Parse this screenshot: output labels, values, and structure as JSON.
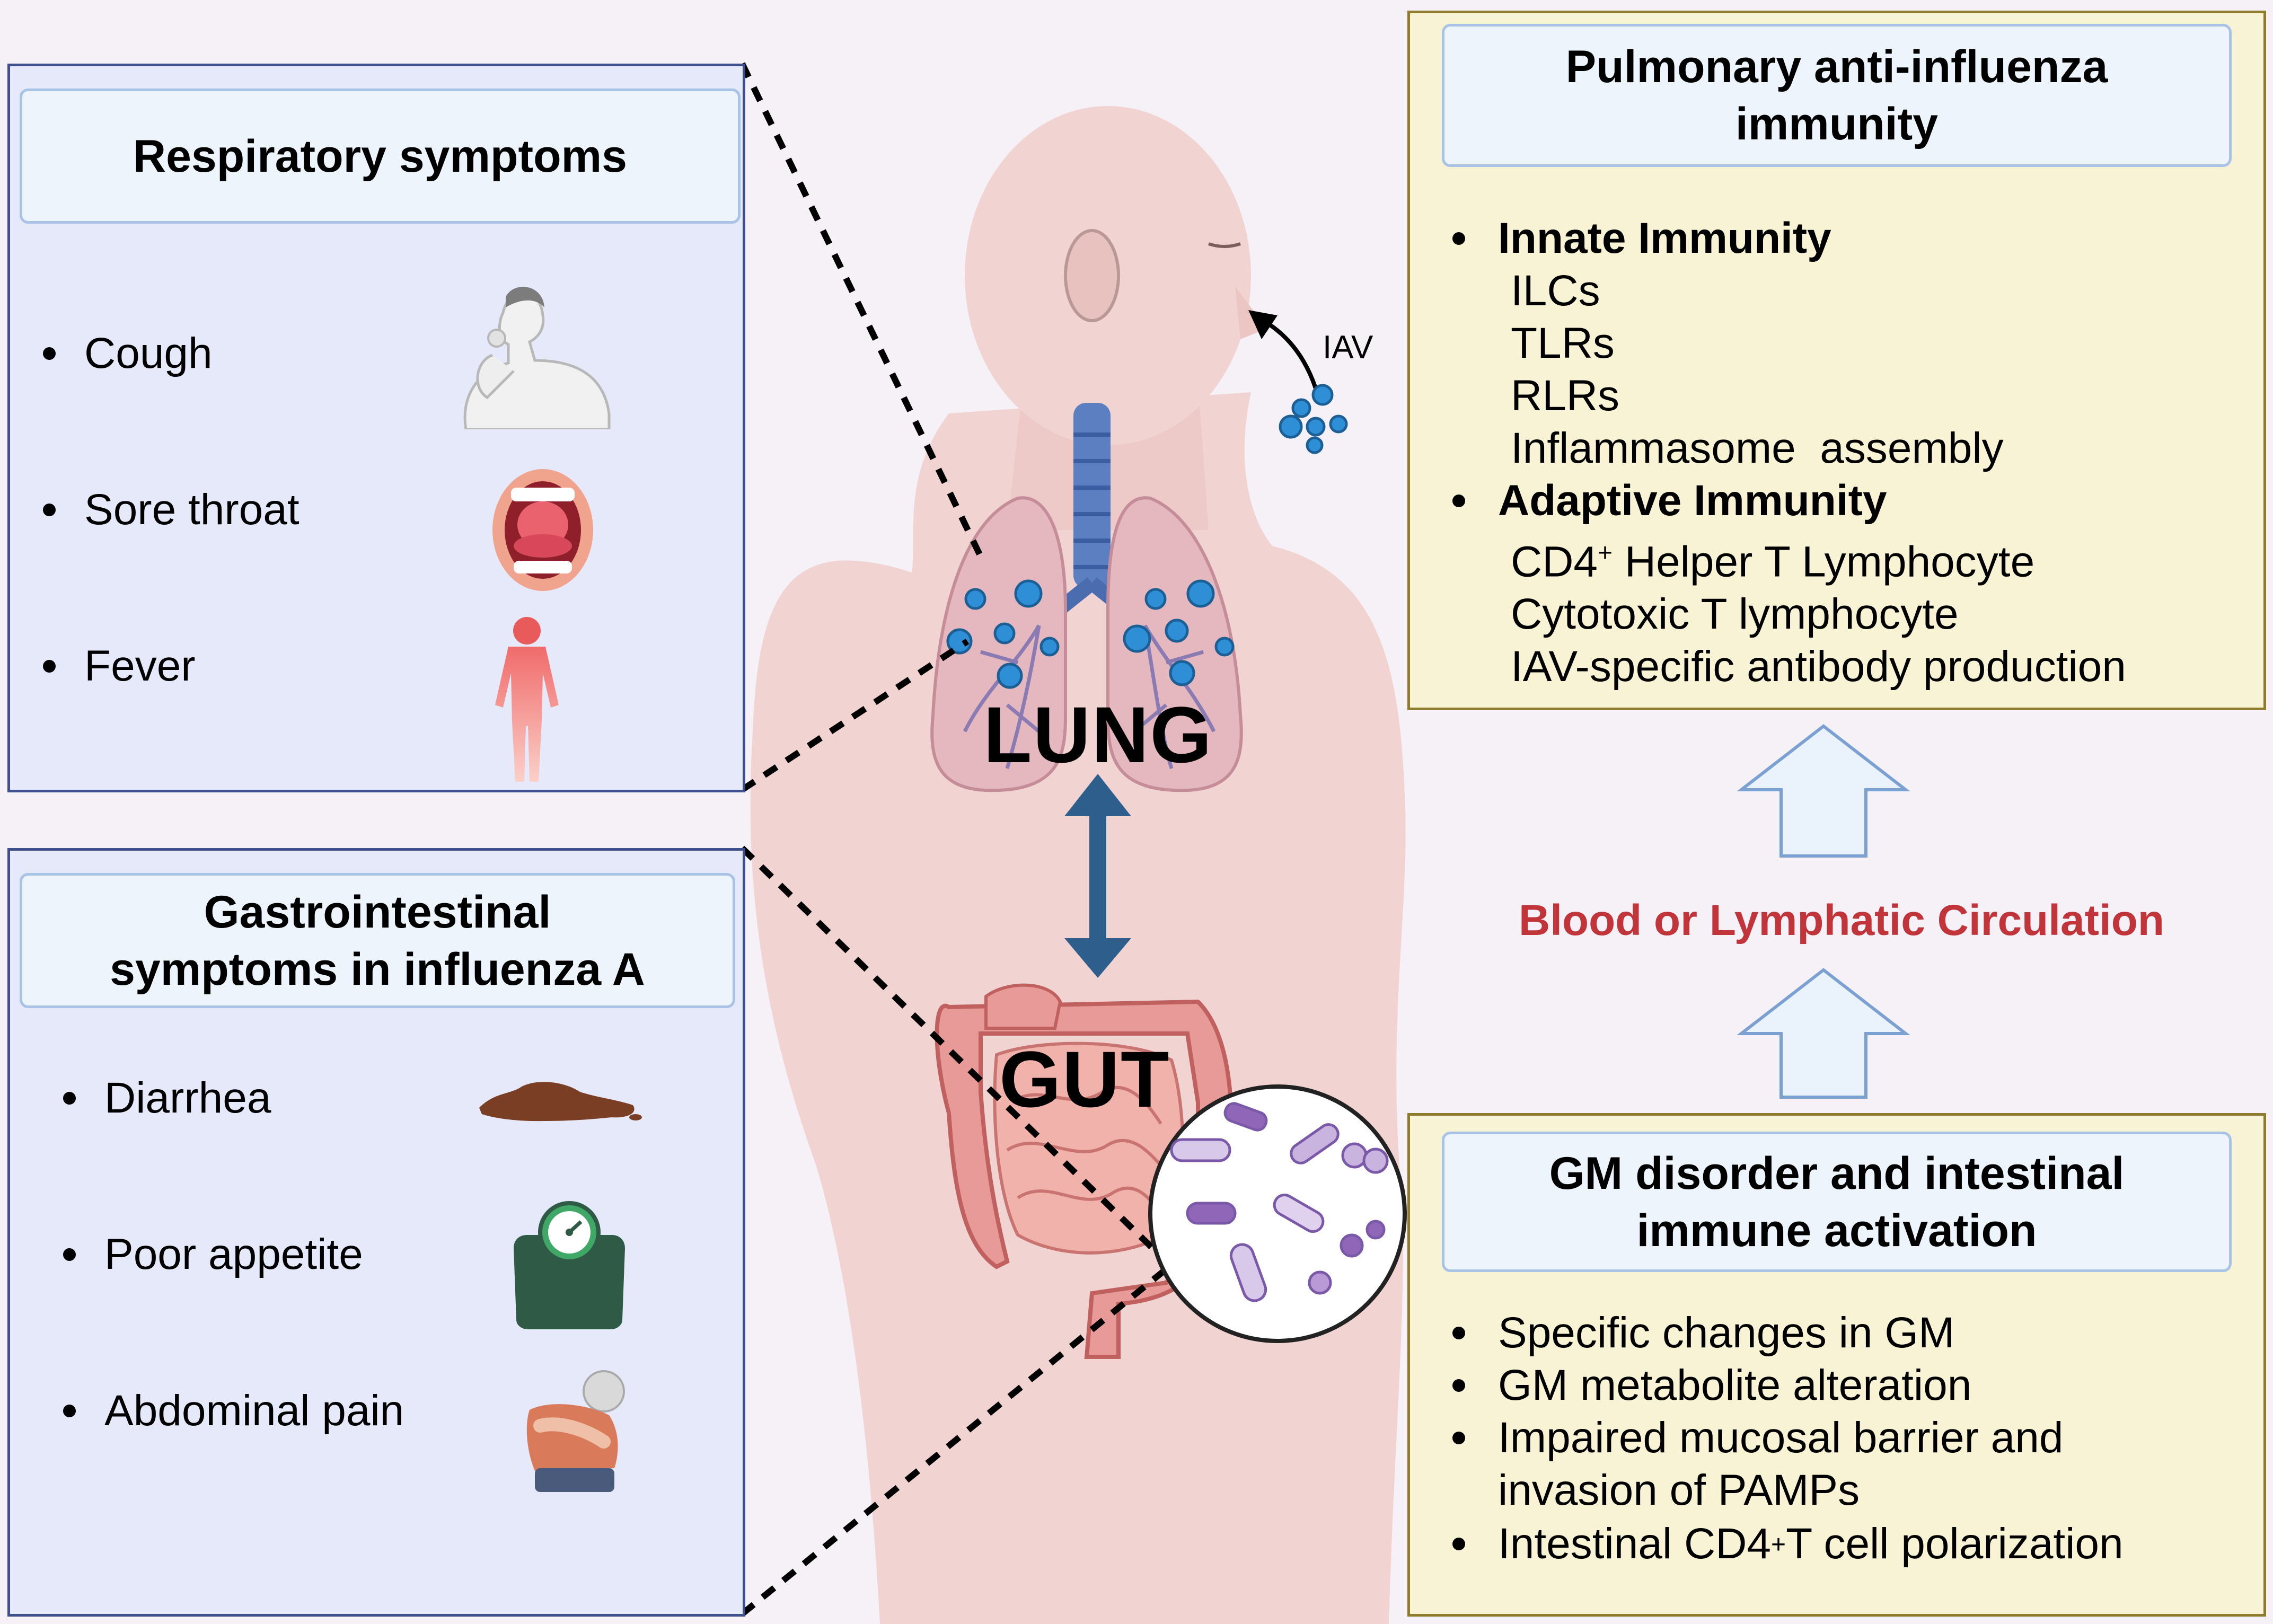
{
  "respiratory": {
    "title": "Respiratory symptoms",
    "items": [
      "Cough",
      "Sore throat",
      "Fever"
    ]
  },
  "gastro": {
    "title_line1": "Gastrointestinal",
    "title_line2": "symptoms in influenza A",
    "items": [
      "Diarrhea",
      "Poor appetite",
      "Abdominal pain"
    ]
  },
  "center": {
    "lung_label": "LUNG",
    "gut_label": "GUT",
    "virus_label": "IAV"
  },
  "pulmonary": {
    "title_line1": "Pulmonary anti-influenza",
    "title_line2": "immunity",
    "innate_heading": "Innate Immunity",
    "innate_items": [
      "ILCs",
      "TLRs",
      "RLRs",
      "Inflammasome  assembly"
    ],
    "adaptive_heading": "Adaptive Immunity",
    "adaptive_item1_pre": "CD4",
    "adaptive_item1_sup": "+",
    "adaptive_item1_post": " Helper T Lymphocyte",
    "adaptive_items": [
      "Cytotoxic T lymphocyte",
      "IAV-specific antibody production"
    ]
  },
  "circulation": {
    "label": "Blood or Lymphatic Circulation"
  },
  "gm": {
    "title_line1": "GM disorder and intestinal",
    "title_line2": "immune activation",
    "items": [
      "Specific changes in GM",
      "GM metabolite alteration",
      "Impaired mucosal barrier and"
    ],
    "item3_cont": "invasion of PAMPs",
    "item4_pre": "Intestinal CD4",
    "item4_sup": "+",
    "item4_post": " T cell polarization"
  },
  "colors": {
    "panel_blue": "#e6e9f9",
    "panel_yellow": "#f7f3d4",
    "circulation_red": "#c1343a",
    "connector_blue": "#2e5e8c"
  }
}
